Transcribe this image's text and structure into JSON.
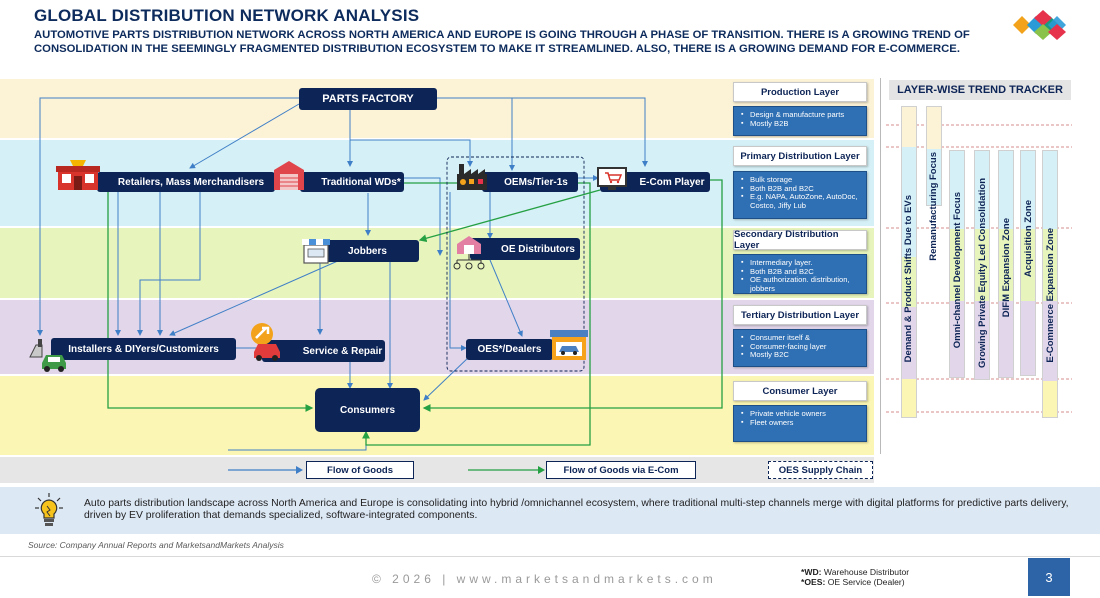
{
  "header": {
    "title": "GLOBAL DISTRIBUTION NETWORK ANALYSIS",
    "subtitle": "AUTOMOTIVE PARTS DISTRIBUTION NETWORK ACROSS NORTH AMERICA AND EUROPE IS GOING THROUGH A PHASE OF TRANSITION. THERE IS A GROWING TREND OF CONSOLIDATION IN THE SEEMINGLY FRAGMENTED DISTRIBUTION ECOSYSTEM TO MAKE IT STREAMLINED. ALSO, THERE IS A GROWING DEMAND FOR E-COMMERCE."
  },
  "bands": {
    "production_color": "#fcf2d6",
    "primary_color": "#d5f0f6",
    "secondary_color": "#e7f5bd",
    "tertiary_color": "#e2d6ea",
    "consumer_color": "#fbf6b3"
  },
  "nodes": {
    "parts_factory": "PARTS FACTORY",
    "retailers": "Retailers, Mass Merchandisers",
    "traditional_wds": "Traditional WDs*",
    "oems": "OEMs/Tier-1s",
    "ecom_player": "E-Com Player",
    "jobbers": "Jobbers",
    "oe_distributors": "OE Distributors",
    "installers": "Installers & DIYers/Customizers",
    "service_repair": "Service & Repair",
    "oes_dealers": "OES*/Dealers",
    "consumers": "Consumers"
  },
  "layers": [
    {
      "title": "Production Layer",
      "bullets": [
        "Design & manufacture parts",
        "Mostly B2B"
      ]
    },
    {
      "title": "Primary Distribution Layer",
      "bullets": [
        "Bulk storage",
        "Both B2B and B2C",
        "E.g. NAPA, AutoZone, AutoDoc, Costco, Jiffy Lub"
      ]
    },
    {
      "title": "Secondary Distribution Layer",
      "bullets": [
        "Intermediary layer.",
        "Both B2B and B2C",
        "OE authorization. distribution, jobbers"
      ]
    },
    {
      "title": "Tertiary Distribution Layer",
      "bullets": [
        "Consumer itself &",
        "Consumer-facing layer",
        "Mostly B2C"
      ]
    },
    {
      "title": "Consumer Layer",
      "bullets": [
        "Private vehicle owners",
        "Fleet owners"
      ]
    }
  ],
  "tracker": {
    "title": "LAYER-WISE TREND TRACKER",
    "trends": [
      "Demand & Product Shifts Due to EVs",
      "Remanufacturing Focus",
      "Omni-channel Development Focus",
      "Growing Private Equity Led Consolidation",
      "DIFM Expansion Zone",
      "Acquisition Zone",
      "E-Commerce Expansion Zone"
    ]
  },
  "legend": {
    "flow_goods": "Flow of Goods",
    "flow_ecom": "Flow of Goods via E-Com",
    "oes_chain": "OES Supply Chain",
    "goods_color": "#3f7fc7",
    "ecom_color": "#25a043"
  },
  "insight": {
    "text": "Auto parts distribution landscape across North America and Europe is consolidating into hybrid /omnichannel ecosystem, where traditional multi-step channels merge with digital platforms for predictive parts delivery, driven by EV proliferation that demands specialized, software-integrated components."
  },
  "source": "Source: Company Annual Reports and MarketsandMarkets Analysis",
  "footer": {
    "copyright": "© 2026 | www.marketsandmarkets.com",
    "note_wd_key": "*WD:",
    "note_wd_value": " Warehouse Distributor",
    "note_oes_key": "*OES:",
    "note_oes_value": " OE Service (Dealer)",
    "page_number": "3"
  },
  "icons": [
    "logo-icon",
    "store-icon",
    "warehouse-icon",
    "factory-icon",
    "ecommerce-icon",
    "shop-icon",
    "distributor-icon",
    "installer-icon",
    "repair-icon",
    "dealer-icon",
    "bulb-icon"
  ]
}
